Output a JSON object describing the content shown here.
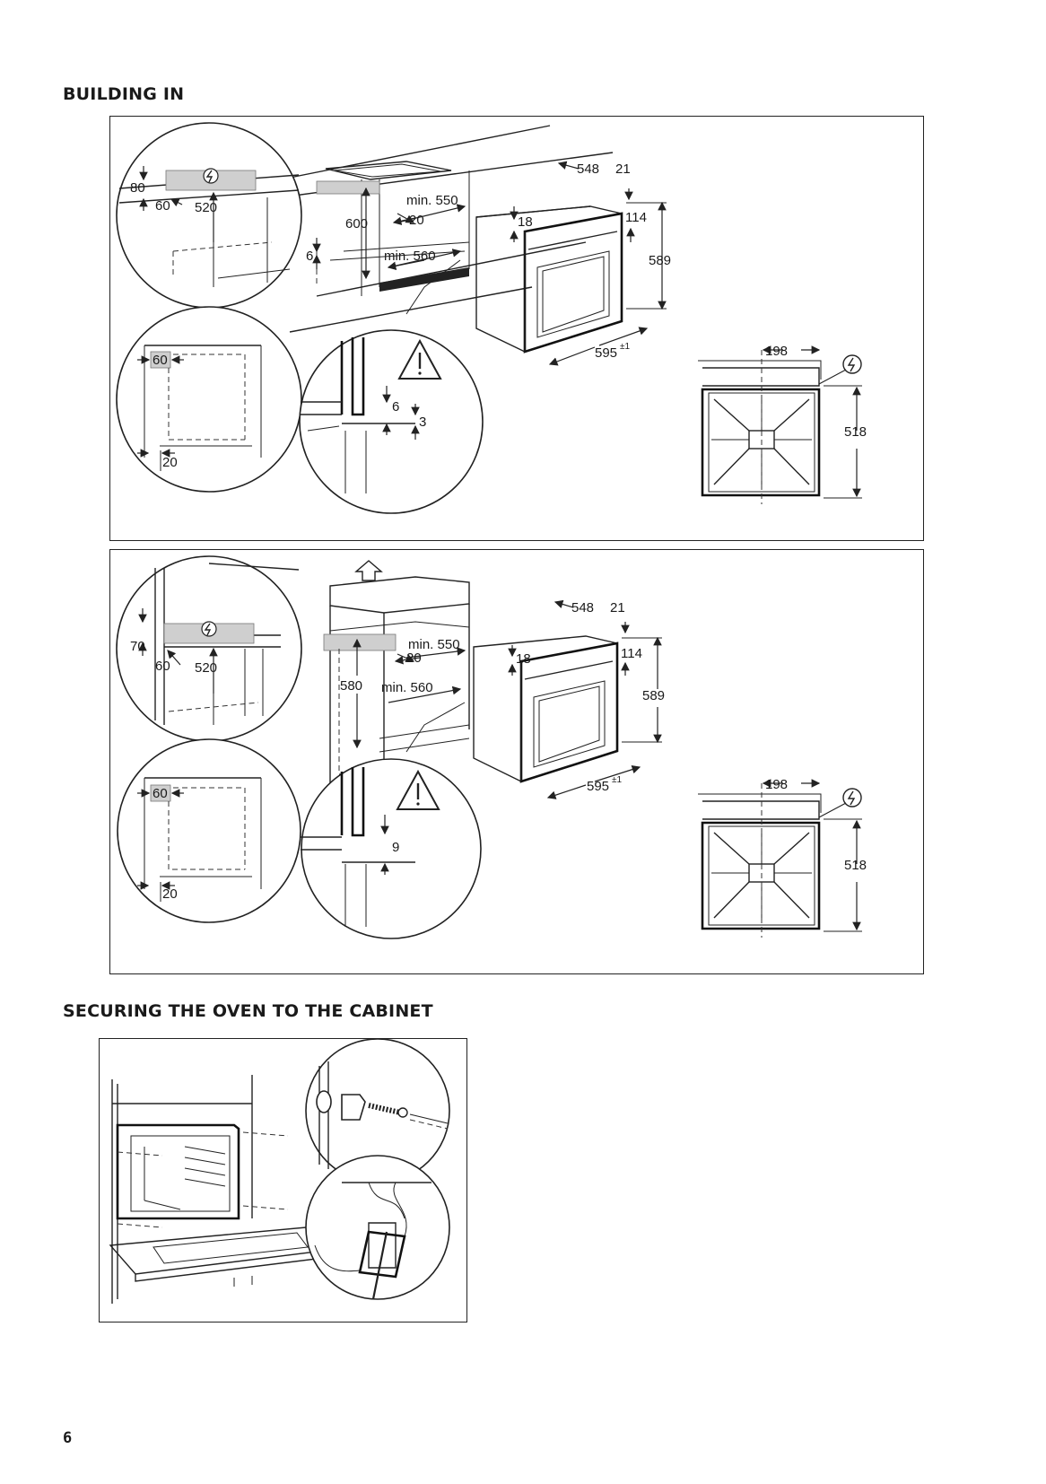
{
  "headings": {
    "building_in": "BUILDING IN",
    "securing": "SECURING THE OVEN TO THE CABINET"
  },
  "diagram1": {
    "dim_80": "80",
    "dim_60a": "60",
    "dim_520": "520",
    "dim_600": "600",
    "dim_min550": "min. 550",
    "dim_20a": "20",
    "dim_6": "6",
    "dim_min560": "min. 560",
    "dim_548": "548",
    "dim_21": "21",
    "dim_18": "18",
    "dim_114": "114",
    "dim_589": "589",
    "dim_595": "595",
    "dim_595_tol": "±1",
    "dim_60b": "60",
    "dim_20b": "20",
    "dim_6b": "6",
    "dim_3": "3",
    "dim_198": "198",
    "dim_518": "518"
  },
  "diagram2": {
    "dim_70": "70",
    "dim_60a": "60",
    "dim_520": "520",
    "dim_580": "580",
    "dim_min550": "min. 550",
    "dim_20a": "20",
    "dim_min560": "min. 560",
    "dim_548": "548",
    "dim_21": "21",
    "dim_18": "18",
    "dim_114": "114",
    "dim_589": "589",
    "dim_595": "595",
    "dim_595_tol": "±1",
    "dim_60b": "60",
    "dim_20b": "20",
    "dim_9": "9",
    "dim_198": "198",
    "dim_518": "518"
  },
  "icons": {
    "electric": "electric-hazard-icon",
    "warning": "warning-triangle-icon",
    "up_arrow": "up-arrow-icon"
  },
  "page_number": "6"
}
